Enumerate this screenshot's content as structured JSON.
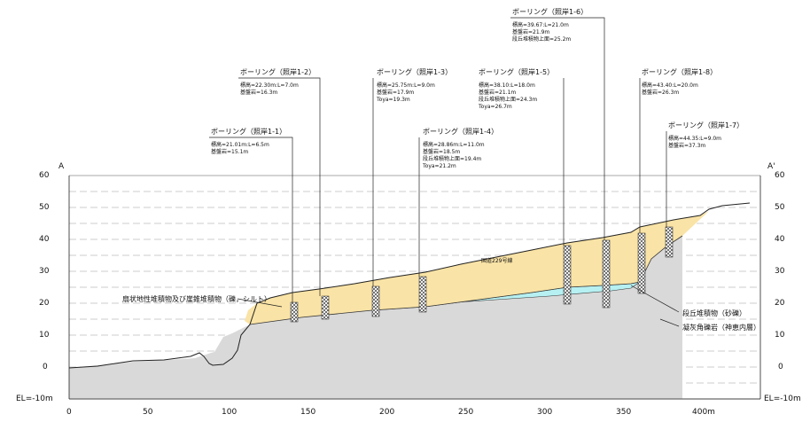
{
  "section": {
    "left_label": "A",
    "right_label": "A'",
    "el_bottom_label": "EL=-10m",
    "elev_ticks": [
      "60",
      "50",
      "40",
      "30",
      "20",
      "10",
      "0"
    ],
    "dist_ticks": [
      "0",
      "50",
      "100",
      "150",
      "200",
      "250",
      "300",
      "350",
      "400m"
    ]
  },
  "boreholes": [
    {
      "title": "ボーリング（照岸1-1）",
      "lines": [
        "標高=21.01m:L=6.5m",
        "基盤岩=15.1m"
      ]
    },
    {
      "title": "ボーリング（照岸1-2）",
      "lines": [
        "標高=22.30m:L=7.0m",
        "基盤岩=16.3m"
      ]
    },
    {
      "title": "ボーリング（照岸1-3）",
      "lines": [
        "標高=25.75m:L=9.0m",
        "基盤岩=17.9m",
        "Toya=19.3m"
      ]
    },
    {
      "title": "ボーリング（照岸1-4）",
      "lines": [
        "標高=28.86m:L=11.0m",
        "基盤岩=18.5m",
        "段丘堆積物上面=19.4m",
        "Toya=21.2m"
      ]
    },
    {
      "title": "ボーリング（照岸1-5）",
      "lines": [
        "標高=38.10:L=18.0m",
        "基盤岩=21.1m",
        "段丘堆積物上面=24.3m",
        "Toya=26.7m"
      ]
    },
    {
      "title": "ボーリング（照岸1-6）",
      "lines": [
        "標高=39.67:L=21.0m",
        "基盤岩=21.9m",
        "段丘堆積物上面=25.2m"
      ]
    },
    {
      "title": "ボーリング（照岸1-8）",
      "lines": [
        "標高=43.40:L=20.0m",
        "基盤岩=26.3m"
      ]
    },
    {
      "title": "ボーリング（照岸1-7）",
      "lines": [
        "標高=44.35:L=9.0m",
        "基盤岩=37.3m"
      ]
    }
  ],
  "annotations": {
    "left_layer": "扇状地性堆積物及び崖錐堆積物（礫，シルト）",
    "terrace": "段丘堆積物（砂礫）",
    "tuff": "凝灰角礫岩（神恵内層）",
    "road": "国道229号線"
  },
  "colors": {
    "fan_deposit": "#f9e3a6",
    "terrace_deposit": "#b6f0f2",
    "bedrock": "#d9d9d9",
    "grid_dash": "#999999",
    "line": "#222222"
  }
}
